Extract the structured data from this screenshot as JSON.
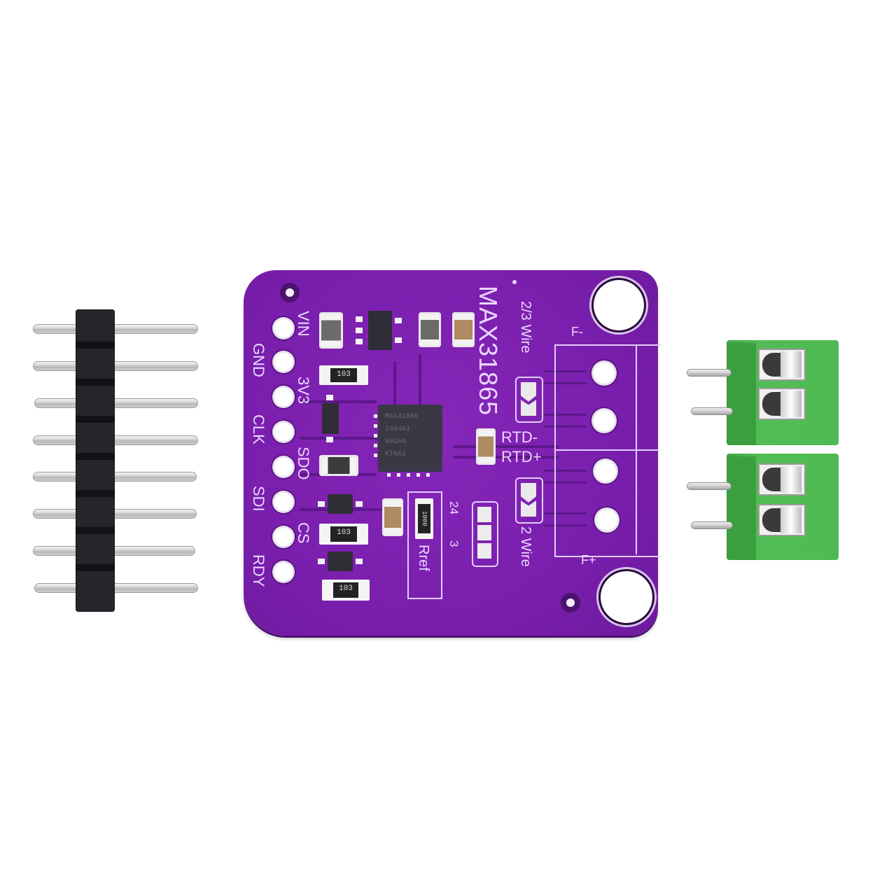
{
  "scene": {
    "description": "MAX31865 RTD temperature sensor breakout board with 8-pin header and two 2-pin screw terminal blocks",
    "background": "#ffffff"
  },
  "board": {
    "title": "MAX31865",
    "color": "#7a1fae",
    "silkscreen_color": "#ead6ff",
    "pin_labels": [
      "VIN",
      "GND",
      "3V3",
      "CLK",
      "SDO",
      "SDI",
      "CS",
      "RDY"
    ],
    "jumper_labels": {
      "top": "2/3 Wire",
      "bottom": "2 Wire",
      "jumper_24": "24",
      "jumper_3": "3"
    },
    "rtd_labels": {
      "minus": "RTD-",
      "plus": "RTD+"
    },
    "force_labels": {
      "minus": "F-",
      "plus": "F+"
    },
    "rref_label": "Rref",
    "main_ic_marking": [
      "MAX31865",
      "2484A1",
      "N0GAN",
      "KTHA1"
    ],
    "resistor_codes": [
      "103",
      "103",
      "103",
      "1000"
    ]
  },
  "pin_header": {
    "pin_count": 8,
    "housing_color": "#25252b"
  },
  "terminal_blocks": {
    "count": 2,
    "positions_each": 2,
    "color": "#4fba52"
  }
}
